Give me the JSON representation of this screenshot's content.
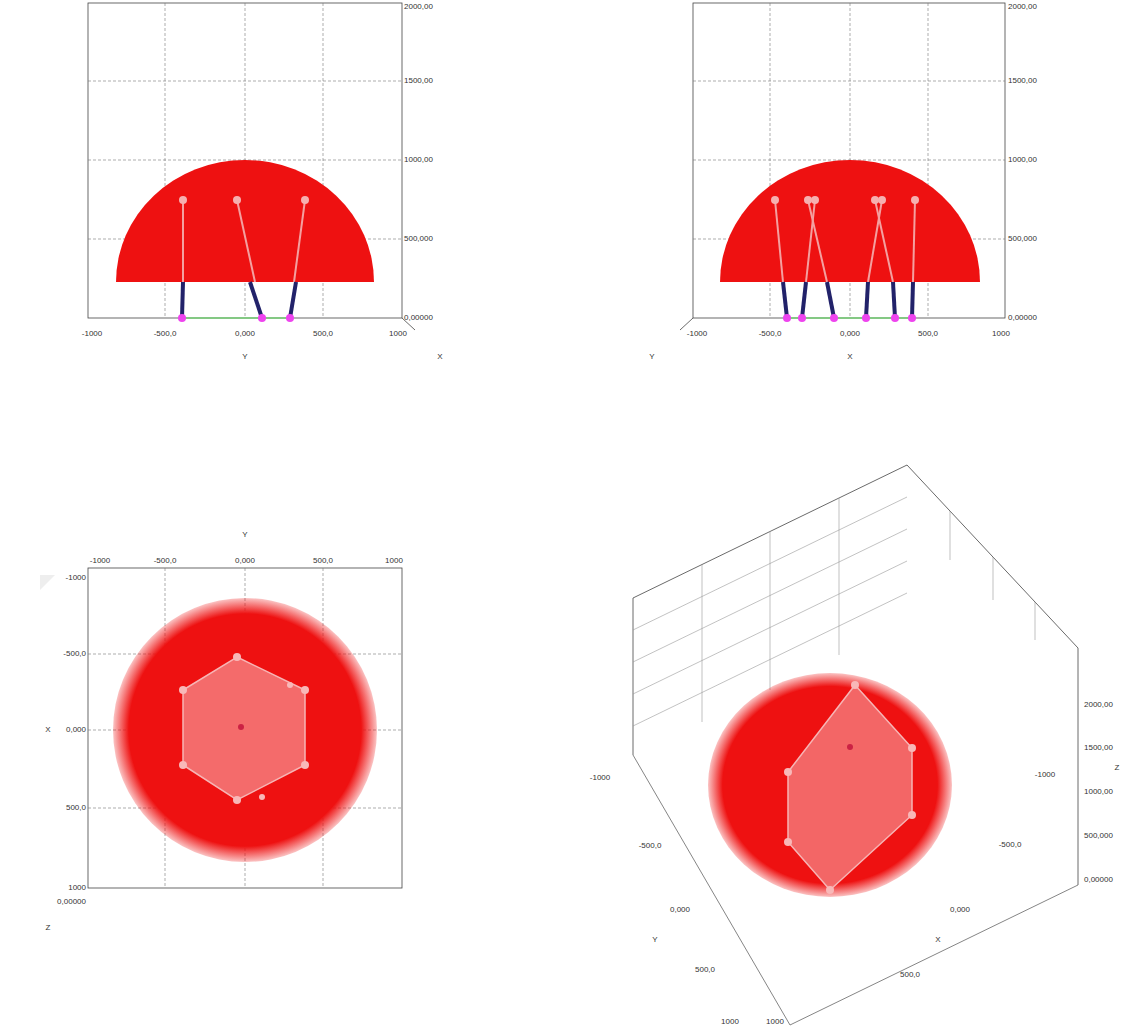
{
  "diagram": {
    "labels": [
      "2000,00",
      "1500,00",
      "1000,00",
      "500,000",
      "0,00000",
      "-1000",
      "-500,0",
      "0,000",
      "500,0",
      "1000",
      "Y",
      "X",
      "2000,00",
      "1500,00",
      "1000,00",
      "500,000",
      "0,00000",
      "-1000",
      "-500,0",
      "0,000",
      "500,0",
      "1000",
      "Y",
      "X",
      "Y",
      "-1000",
      "-500,0",
      "0,000",
      "500,0",
      "1000",
      "-1000",
      "-500,0",
      "X",
      "0,000",
      "500,0",
      "1000",
      "0,00000",
      "Z",
      "2000,00",
      "1500,00",
      "1000,00",
      "500,000",
      "0,00000",
      "Z",
      "-1000",
      "-500,0",
      "0,000",
      "Y",
      "500,0",
      "1000",
      "-1000",
      "-500,0",
      "0,000",
      "X",
      "500,0",
      "1000"
    ]
  }
}
